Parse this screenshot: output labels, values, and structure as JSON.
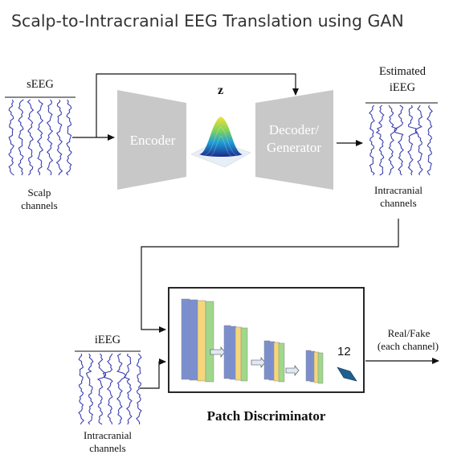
{
  "title": "Scalp-to-Intracranial EEG Translation using GAN",
  "inputs": {
    "seeg_label": "sEEG",
    "scalp_line1": "Scalp",
    "scalp_line2": "channels"
  },
  "latent_label": "z",
  "encoder_label": "Encoder",
  "decoder_line1": "Decoder/",
  "decoder_line2": "Generator",
  "estimated": {
    "line1": "Estimated",
    "line2": "iEEG",
    "channels_line1": "Intracranial",
    "channels_line2": "channels"
  },
  "real_ieeg": {
    "label": "iEEG",
    "channels_line1": "Intracranial",
    "channels_line2": "channels"
  },
  "discriminator": {
    "title": "Patch Discriminator",
    "patch_count": "12",
    "output_line1": "Real/Fake",
    "output_line2": "(each channel)"
  },
  "colors": {
    "text": "#333333",
    "block_gray": "#c8c8c8",
    "eeg_wave": "#3a3fb0",
    "layer_blue": "#7b8fd0",
    "layer_yellow": "#f5d67a",
    "layer_green": "#9fd88a",
    "output_block": "#1f5f8e"
  }
}
